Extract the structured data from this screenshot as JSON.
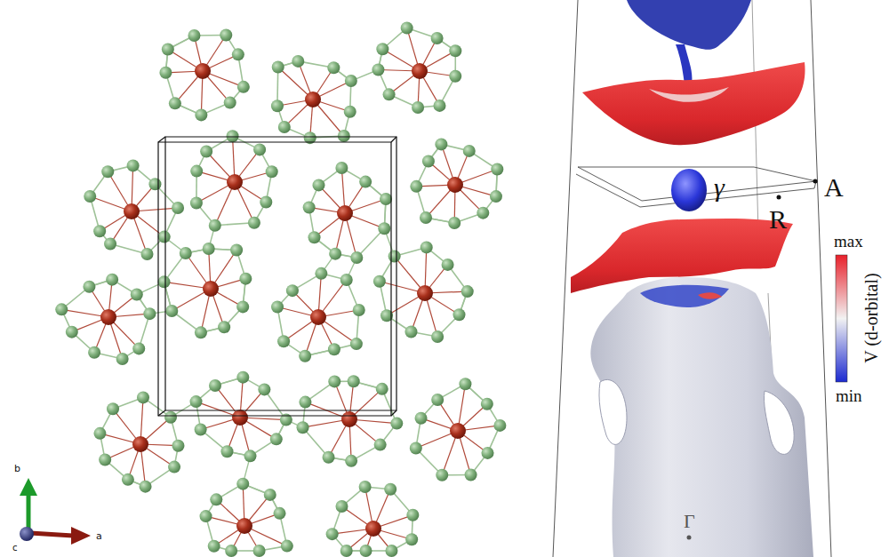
{
  "diagram": {
    "labels": [
      "b",
      "a",
      "c",
      "γ",
      "A",
      "R",
      "max",
      "min",
      "V (d-orbital)",
      "Γ"
    ]
  }
}
